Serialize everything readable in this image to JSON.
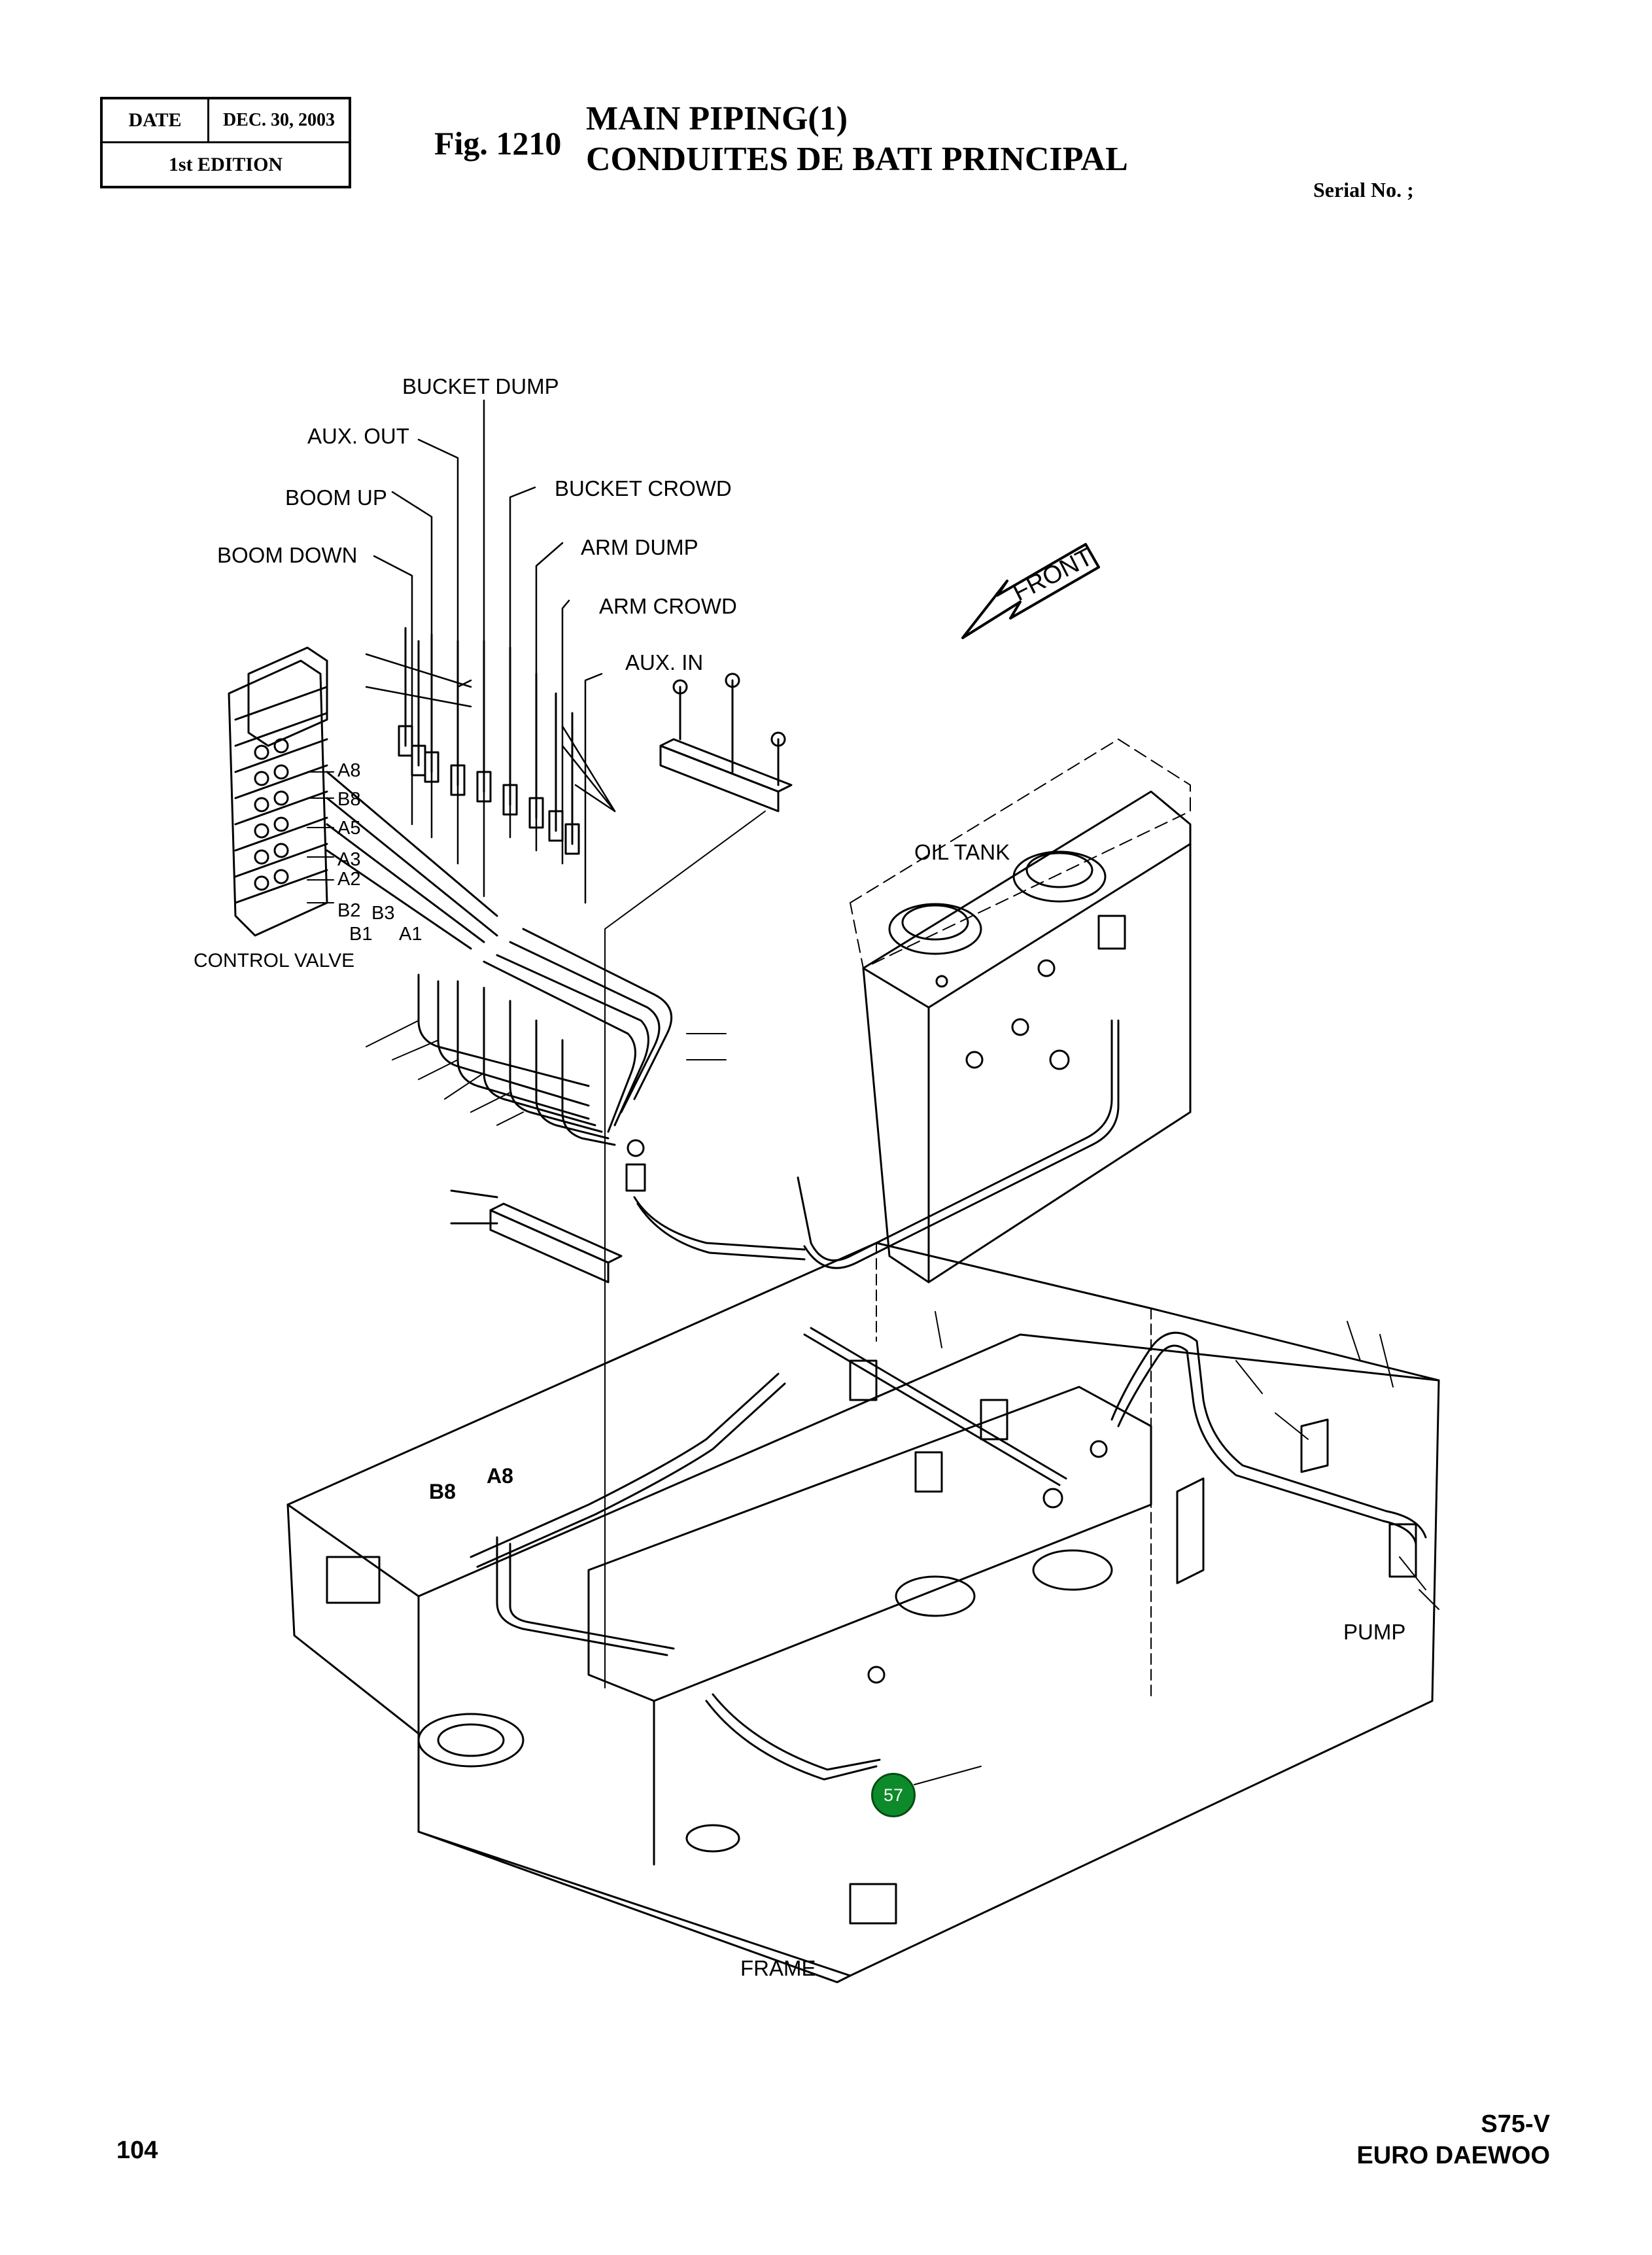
{
  "header": {
    "date_label": "DATE",
    "date_value": "DEC. 30, 2003",
    "edition": "1st EDITION",
    "fig_number": "Fig. 1210",
    "title_en": "MAIN PIPING(1)",
    "title_fr": "CONDUITES DE BATI PRINCIPAL",
    "serial": "Serial No. ;"
  },
  "labels": {
    "bucket_dump": "BUCKET DUMP",
    "aux_out": "AUX. OUT",
    "boom_up": "BOOM UP",
    "bucket_crowd": "BUCKET CROWD",
    "boom_down": "BOOM DOWN",
    "arm_dump": "ARM DUMP",
    "arm_crowd": "ARM CROWD",
    "aux_in": "AUX. IN",
    "front": "FRONT",
    "oil_tank": "OIL TANK",
    "control_valve": "CONTROL VALVE",
    "pump": "PUMP",
    "frame": "FRAME",
    "ports": {
      "a8": "A8",
      "b8": "B8",
      "a5": "A5",
      "a3": "A3",
      "a2": "A2",
      "b2": "B2",
      "b3": "B3",
      "b1": "B1",
      "a1": "A1",
      "b8_lower": "B8",
      "a8_lower": "A8"
    }
  },
  "callouts": [
    {
      "number": "57",
      "color": "#0d8a2a"
    }
  ],
  "footer": {
    "page_number": "104",
    "model": "S75-V",
    "brand": "EURO DAEWOO"
  }
}
